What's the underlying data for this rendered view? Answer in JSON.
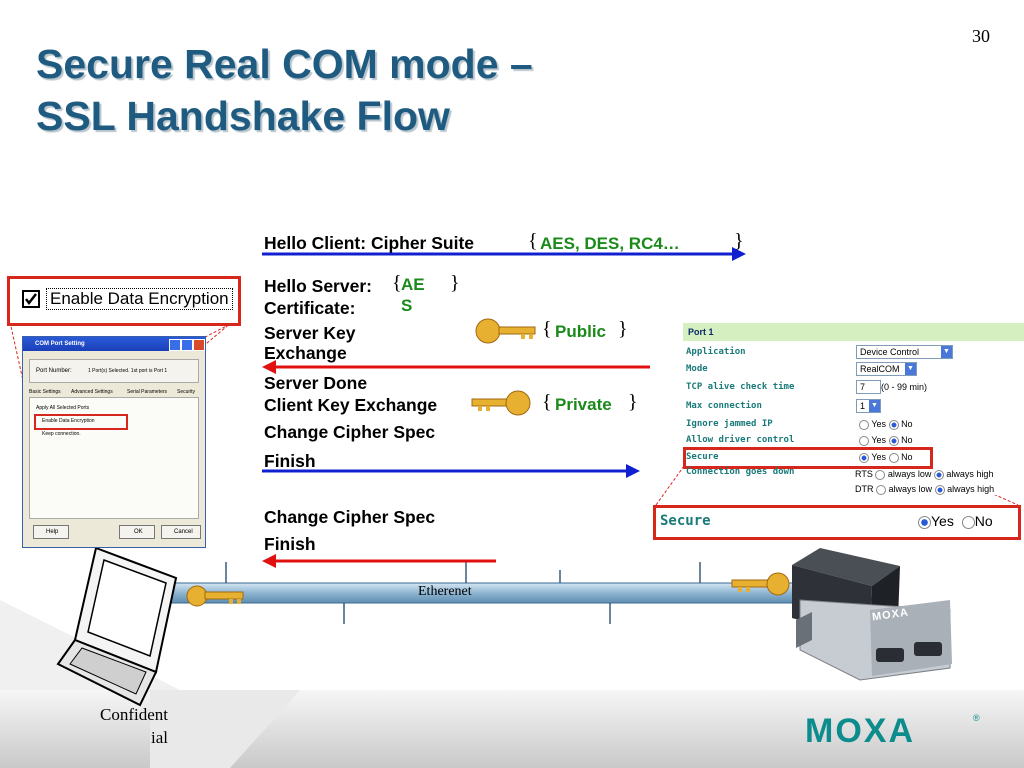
{
  "slide": {
    "number": "30",
    "title_line1": "Secure Real COM mode –",
    "title_line2": "SSL Handshake Flow"
  },
  "messages": {
    "hello_client": "Hello Client: Cipher Suite",
    "hello_client_value": "AES, DES, RC4…",
    "hello_server": "Hello Server:",
    "hello_server_value": "AES",
    "certificate": "Certificate:",
    "server_key_exchange": "Server Key Exchange",
    "server_done": "Server Done",
    "public_label": "Public",
    "client_key_exchange": "Client Key Exchange",
    "private_label": "Private",
    "change_cipher_spec_1": "Change Cipher Spec",
    "finish_1": "Finish",
    "change_cipher_spec_2": "Change Cipher Spec",
    "finish_2": "Finish"
  },
  "network": {
    "label": "Etherenet"
  },
  "zoom_box": {
    "label": "Enable Data Encryption"
  },
  "com_dialog": {
    "title": "COM Port Setting",
    "port_number_label": "Port Number:",
    "port_number_value": "1 Port(s) Selected. 1st port is Port 1",
    "tabs": [
      "Basic Settings",
      "Advanced Settings",
      "Serial Parameters",
      "Security"
    ],
    "apply_all": "Apply All Selected Ports",
    "enable_encryption": "Enable Data Encryption",
    "keep_connection": "Keep connection.",
    "help": "Help",
    "ok": "OK",
    "cancel": "Cancel"
  },
  "web_settings": {
    "header": "Port 1",
    "rows": [
      {
        "label": "Application",
        "value": "Device Control"
      },
      {
        "label": "Mode",
        "value": "RealCOM"
      },
      {
        "label": "TCP alive check time",
        "value": "7",
        "note": "(0 - 99 min)"
      },
      {
        "label": "Max connection",
        "value": "1"
      },
      {
        "label": "Ignore jammed IP",
        "yes": "Yes",
        "no": "No"
      },
      {
        "label": "Allow driver control",
        "yes": "Yes",
        "no": "No"
      },
      {
        "label": "Secure",
        "yes": "Yes",
        "no": "No"
      },
      {
        "label": "Connection goes down"
      }
    ],
    "rts_label": "RTS",
    "dtr_label": "DTR",
    "always_low": "always low",
    "always_high": "always high"
  },
  "secure_zoom": {
    "label": "Secure",
    "yes": "Yes",
    "no": "No"
  },
  "device": {
    "brand": "MOXA"
  },
  "footer": {
    "confidential": "Confident ial",
    "logo": "MOXA",
    "reg": "®"
  },
  "colors": {
    "title": "#1f5b80",
    "arrow_blue": "#1020d0",
    "arrow_red": "#e01010",
    "highlight_red": "#d7261c",
    "green_text": "#1a8a1a",
    "moxa_teal": "#0c8c8c"
  }
}
